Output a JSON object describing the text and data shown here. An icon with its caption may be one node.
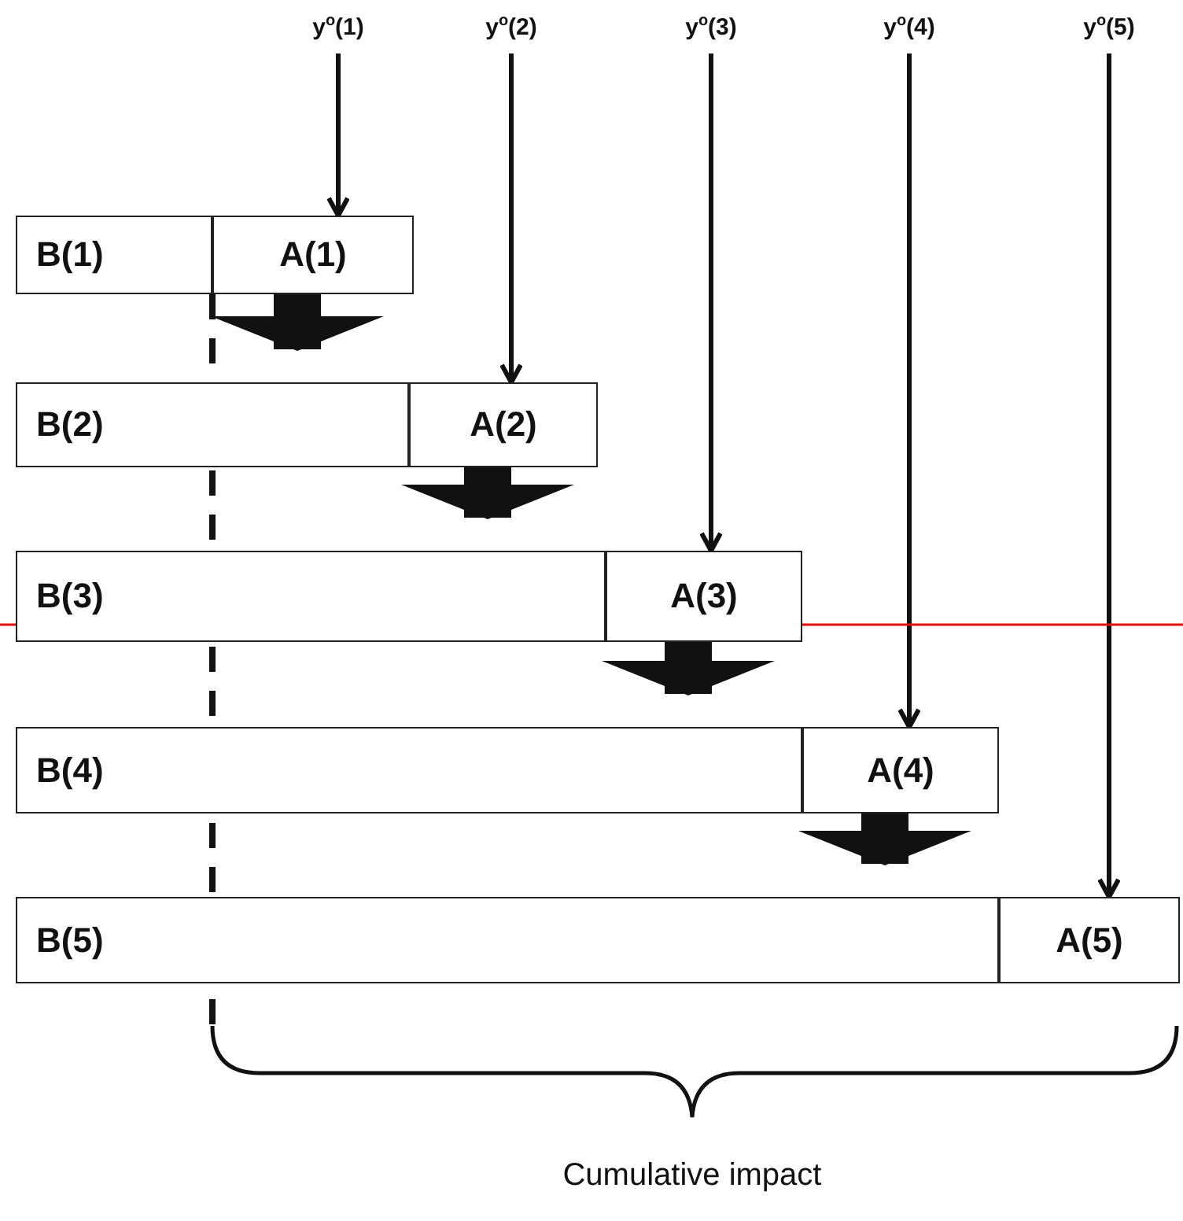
{
  "diagram": {
    "nodes": [
      {
        "text": [
          "y$^{o}$(1)"
        ]
      },
      {
        "text": [
          "y$^{o}$(2)"
        ]
      },
      {
        "text": [
          "y$^{o}$(3)"
        ]
      },
      {
        "text": [
          "y$^{o}$(4)"
        ]
      },
      {
        "text": [
          "y$^{o}$(5)"
        ]
      },
      {
        "text": [
          "B(1)"
        ]
      },
      {
        "text": [
          "A(1)"
        ]
      },
      {
        "text": [
          "B(2)"
        ]
      },
      {
        "text": [
          "A(2)"
        ]
      },
      {
        "text": [
          "B(3)"
        ]
      },
      {
        "text": [
          "A(3)"
        ]
      },
      {
        "text": [
          "B(4)"
        ]
      },
      {
        "text": [
          "A(4)"
        ]
      },
      {
        "text": [
          "B(5)"
        ]
      },
      {
        "text": [
          "A(5)"
        ]
      }
    ],
    "edges": [
      {
        "from": 0,
        "to": 6,
        "arrow": "to"
      },
      {
        "from": 1,
        "to": 8,
        "arrow": "to"
      },
      {
        "from": 2,
        "to": 10,
        "arrow": "to"
      },
      {
        "from": 3,
        "to": 12,
        "arrow": "to"
      },
      {
        "from": 4,
        "to": 14,
        "arrow": "to"
      },
      {
        "from": 6,
        "to": 7,
        "arrow": "to",
        "style": "thick"
      },
      {
        "from": 8,
        "to": 9,
        "arrow": "to",
        "style": "thick"
      },
      {
        "from": 10,
        "to": 11,
        "arrow": "to",
        "style": "thick"
      },
      {
        "from": 12,
        "to": 13,
        "arrow": "to",
        "style": "thick"
      }
    ],
    "labels": [
      "Cumulative impact"
    ]
  }
}
